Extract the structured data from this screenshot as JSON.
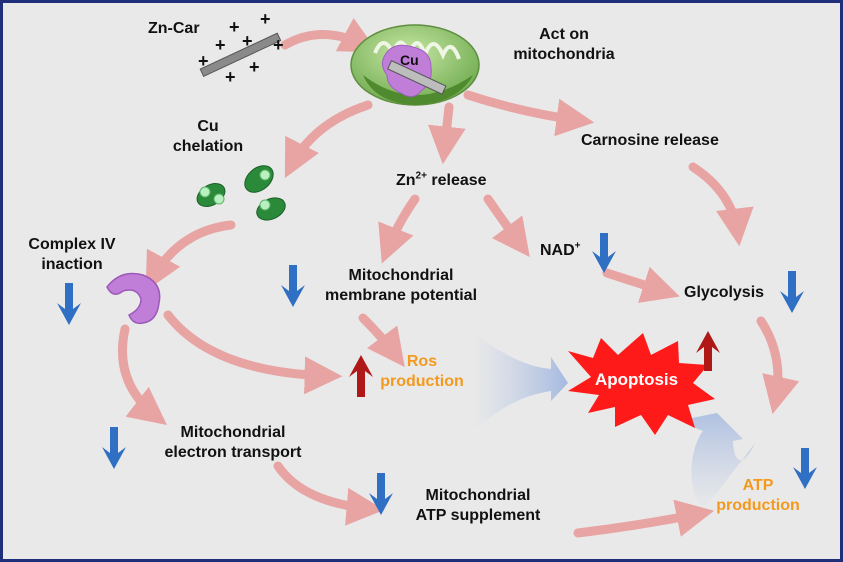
{
  "labels": {
    "zn_car": "Zn-Car",
    "act_on_1": "Act on",
    "act_on_2": "mitochondria",
    "cu": "Cu",
    "cu_chelation_1": "Cu",
    "cu_chelation_2": "chelation",
    "carnosine_release": "Carnosine release",
    "zn_release_pre": "Zn",
    "zn_release_sup": "2+",
    "zn_release_post": " release",
    "complex_iv_1": "Complex IV",
    "complex_iv_2": "inaction",
    "nad_pre": "NAD",
    "nad_sup": "+",
    "membrane_1": "Mitochondrial",
    "membrane_2": "membrane potential",
    "glycolysis": "Glycolysis",
    "ros_1": "Ros",
    "ros_2": "production",
    "apoptosis": "Apoptosis",
    "electron_1": "Mitochondrial",
    "electron_2": "electron transport",
    "atp_supp_1": "Mitochondrial",
    "atp_supp_2": "ATP supplement",
    "atp_prod_1": "ATP",
    "atp_prod_2": "production"
  },
  "colors": {
    "frame_border": "#1f2f7a",
    "background": "#e9e9e9",
    "flow_arrow": "#e8a3a3",
    "down_arrow": "#2f6fc4",
    "up_arrow": "#b01818",
    "apoptosis_burst": "#ff1a1a",
    "orange_text": "#f39a1e",
    "mitochondria": "#8cc663"
  },
  "icons": [
    "zn-car-rod-icon",
    "mitochondria-icon",
    "cu-blob-icon",
    "chelator-icon",
    "complex-iv-icon",
    "apoptosis-burst-icon"
  ]
}
